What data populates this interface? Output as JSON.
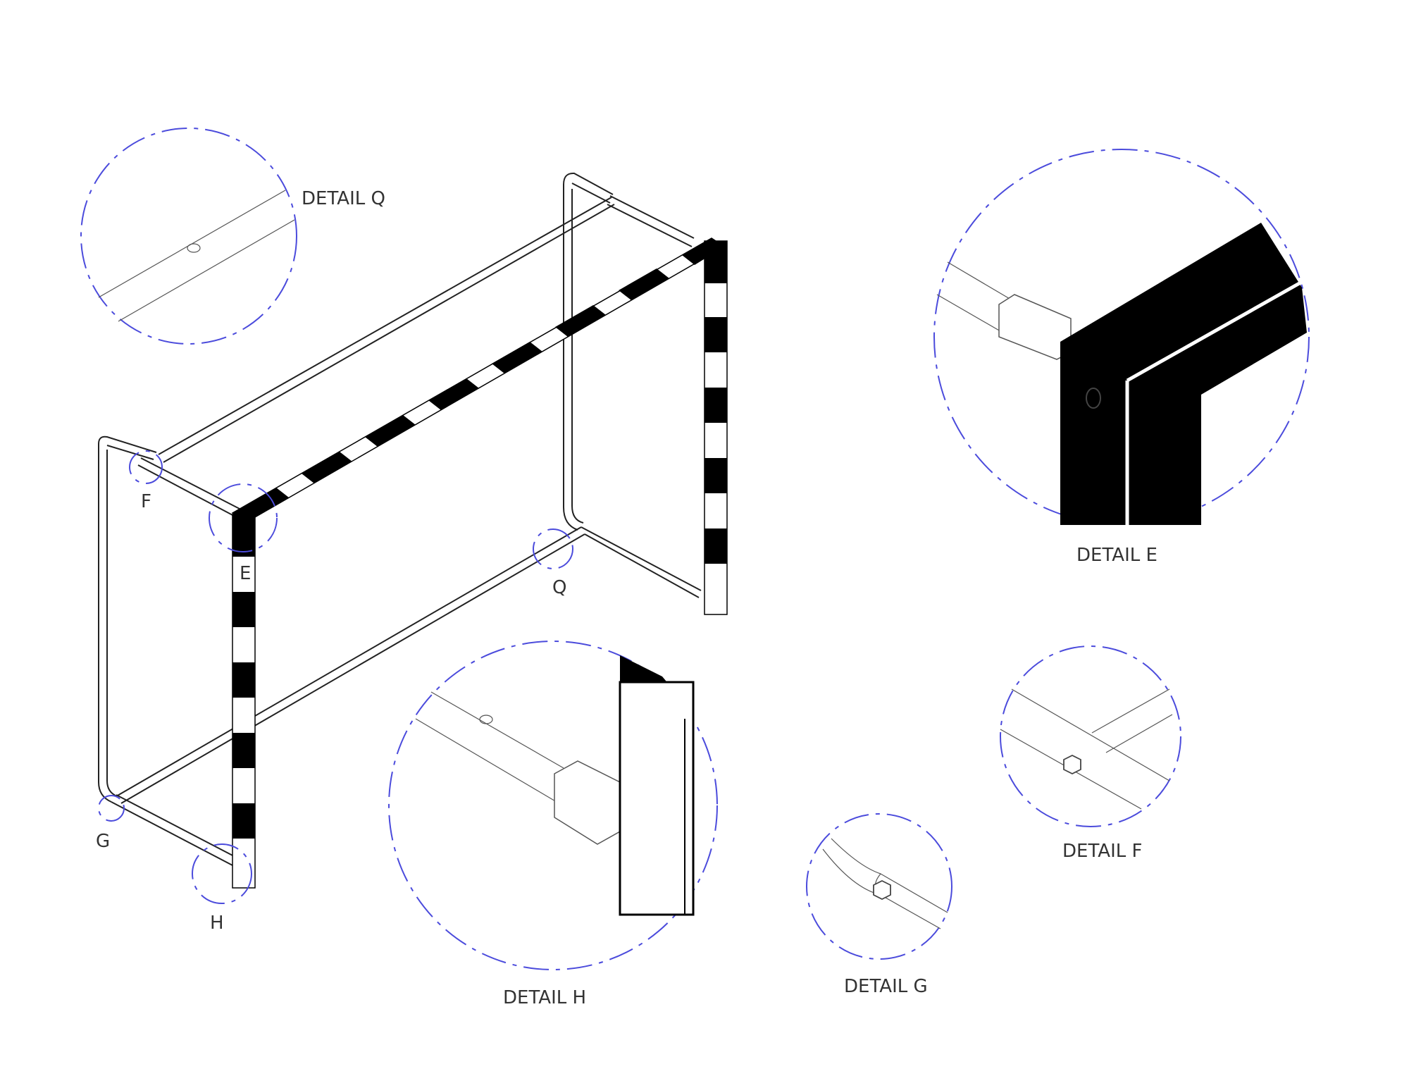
{
  "callouts": {
    "f": "F",
    "e": "E",
    "q": "Q",
    "g": "G",
    "h": "H"
  },
  "details": {
    "q": "DETAIL Q",
    "e": "DETAIL E",
    "h": "DETAIL H",
    "g": "DETAIL G",
    "f": "DETAIL F"
  },
  "colors": {
    "detail_circle": "#4b4bdc",
    "stripe_dark": "#000000",
    "stripe_light": "#ffffff",
    "label": "#333333"
  }
}
